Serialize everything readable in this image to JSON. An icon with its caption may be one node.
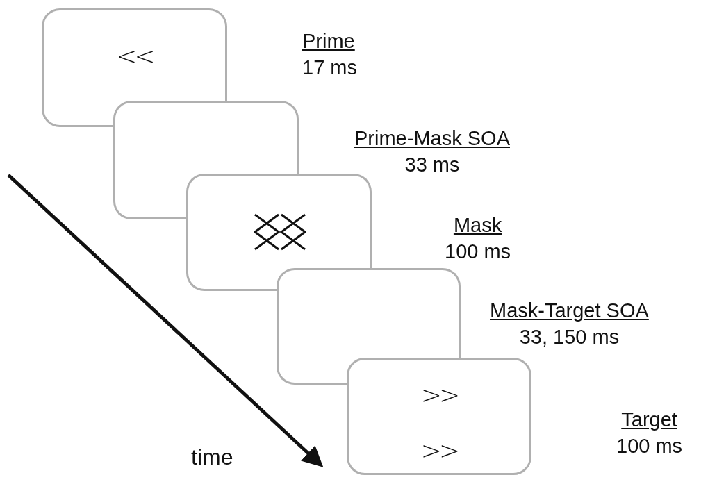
{
  "diagram": {
    "nodes": [
      {
        "text": [
          "<<"
        ],
        "beside": [
          "Prime",
          "17 ms"
        ]
      },
      {
        "text": [],
        "shape": "box",
        "beside": [
          "Prime-Mask SOA",
          "33 ms"
        ]
      },
      {
        "text": [],
        "shape": "box",
        "beside": [
          "Mask",
          "100 ms"
        ]
      },
      {
        "text": [],
        "shape": "box",
        "beside": [
          "Mask-Target SOA",
          "33, 150  ms"
        ]
      },
      {
        "text": [
          ">>",
          ">>"
        ],
        "beside": [
          "Target",
          "100  ms"
        ]
      }
    ],
    "edges": [],
    "labels": [
      "time"
    ]
  }
}
